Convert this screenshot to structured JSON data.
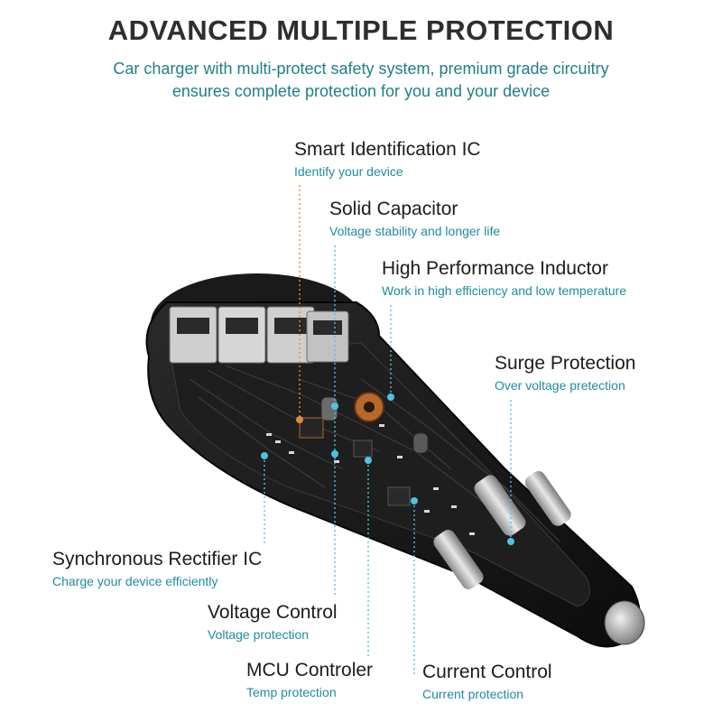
{
  "header": {
    "title": "ADVANCED MULTIPLE PROTECTION",
    "subtitle_line1": "Car charger with multi-protect safety system, premium grade circuitry",
    "subtitle_line2": "ensures complete protection for you and your device"
  },
  "features": {
    "smart_ic": {
      "title": "Smart Identification IC",
      "desc": "Identify your device"
    },
    "capacitor": {
      "title": "Solid Capacitor",
      "desc": "Voltage stability and longer life"
    },
    "inductor": {
      "title": "High Performance Inductor",
      "desc": "Work in high efficiency and low temperature"
    },
    "surge": {
      "title": "Surge Protection",
      "desc": "Over voltage pretection"
    },
    "rectifier": {
      "title": "Synchronous Rectifier IC",
      "desc": "Charge your device efficiently"
    },
    "voltage": {
      "title": "Voltage Control",
      "desc": "Voltage protection"
    },
    "mcu": {
      "title": "MCU Controler",
      "desc": "Temp protection"
    },
    "current": {
      "title": "Current Control",
      "desc": "Current protection"
    }
  },
  "colors": {
    "heading": "#2e2e2e",
    "accent": "#1f7f86",
    "leader_cyan": "#4fc3e0",
    "leader_orange": "#e08a3c",
    "body_dark": "#161616"
  }
}
